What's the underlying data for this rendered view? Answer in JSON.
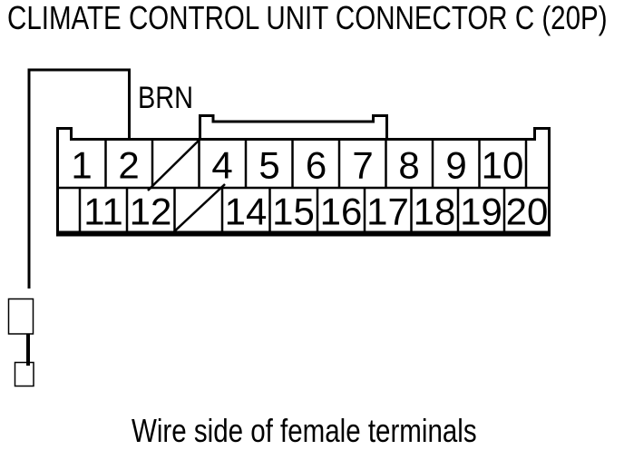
{
  "title": "CLIMATE CONTROL UNIT CONNECTOR C (20P)",
  "caption": "Wire side of female terminals",
  "wire": {
    "color_label": "BRN",
    "connects_to_pin": "2"
  },
  "connector": {
    "type_label": "20P",
    "top_row_pins": [
      "1",
      "2",
      "4",
      "5",
      "6",
      "7",
      "8",
      "9",
      "10"
    ],
    "bottom_row_pins": [
      "11",
      "12",
      "14",
      "15",
      "16",
      "17",
      "18",
      "19",
      "20"
    ],
    "slashed_cavities": 2
  },
  "colors": {
    "foreground": "#000000",
    "background": "#ffffff"
  }
}
